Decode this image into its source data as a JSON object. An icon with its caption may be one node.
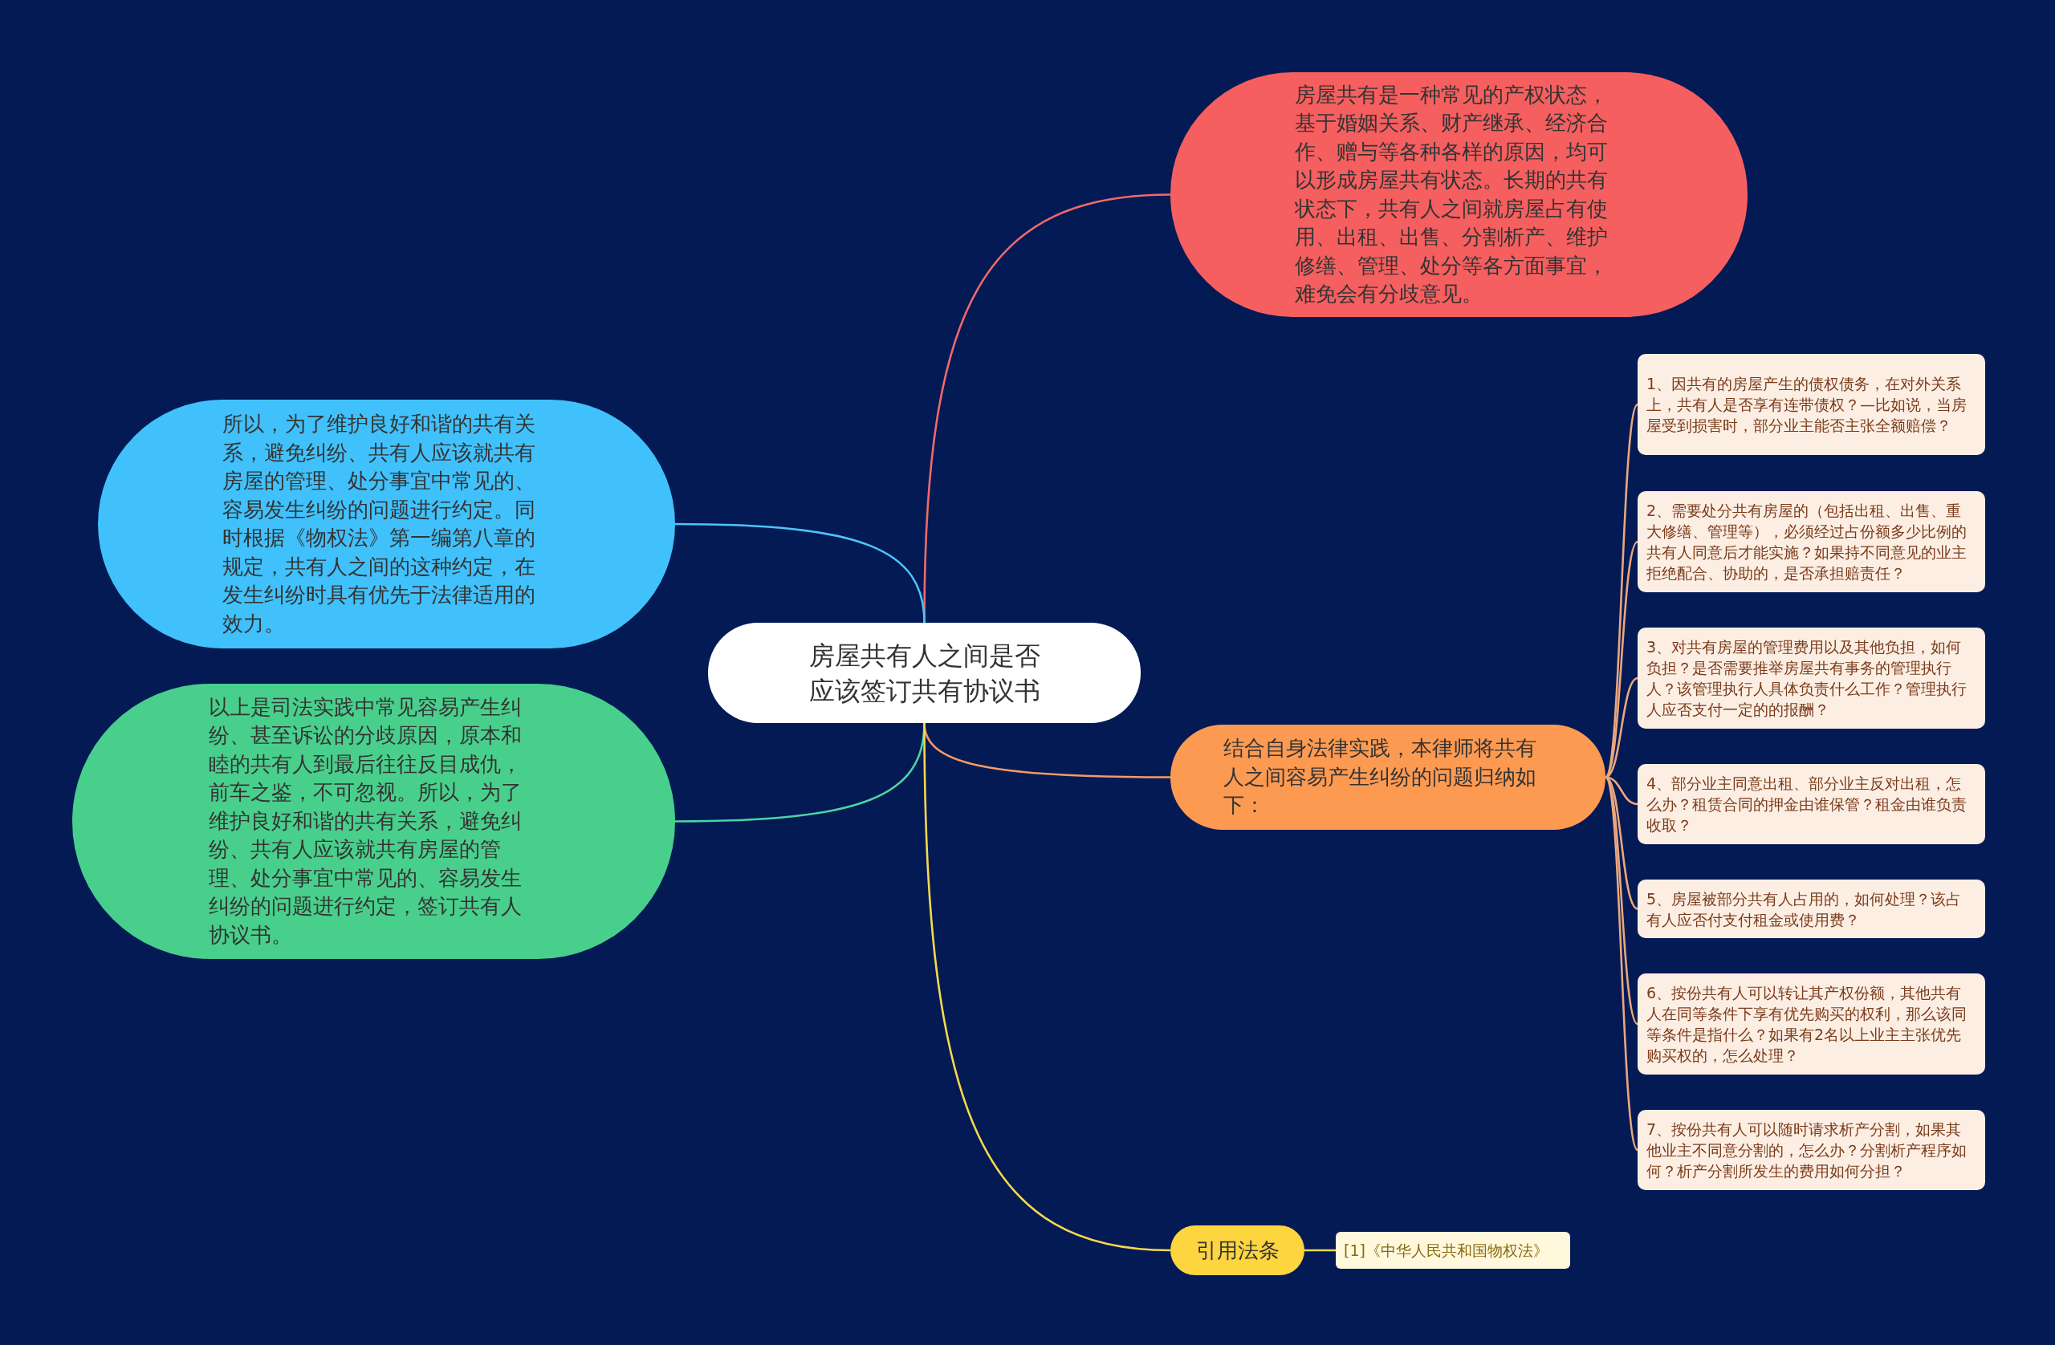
{
  "diagram": {
    "nodes": [
      {
        "text": [
          "房屋共有人之间是否应该签订共有协议书"
        ]
      },
      {
        "text": [
          "房屋共有是一种常见的产权状态，基于婚姻关系、财产继承、经济合作、赠与等各种各样的原因，均可以形成房屋共有状态。长期的共有状态下，共有人之间就房屋占有使用、出租、出售、分割析产、维护修缮、管理、处分等各方面事宜，难免会有分歧意见。"
        ]
      },
      {
        "text": [
          "所以，为了维护良好和谐的共有关系，避免纠纷、共有人应该就共有房屋的管理、处分事宜中常见的、容易发生纠纷的问题进行约定。同时根据《物权法》第一编第八章的规定，共有人之间的这种约定，在发生纠纷时具有优先于法律适用的效力。"
        ]
      },
      {
        "text": [
          "以上是司法实践中常见容易产生纠纷、甚至诉讼的分歧原因，原本和睦的共有人到最后往往反目成仇，前车之鉴，不可忽视。所以，为了维护良好和谐的共有关系，避免纠纷、共有人应该就共有房屋的管理、处分事宜中常见的、容易发生纠纷的问题进行约定，签订共有人协议书。"
        ]
      },
      {
        "text": [
          "结合自身法律实践，本律师将共有人之间容易产生纠纷的问题归纳如下："
        ]
      },
      {
        "text": [
          "1、因共有的房屋产生的债权债务，在对外关系上，共有人是否享有连带债权？—比如说，当房屋受到损害时，部分业主能否主张全额赔偿？"
        ]
      },
      {
        "text": [
          "2、需要处分共有房屋的（包括出租、出售、重大修缮、管理等），必须经过占份额多少比例的共有人同意后才能实施？如果持不同意见的业主拒绝配合、协助的，是否承担赔责任？"
        ]
      },
      {
        "text": [
          "3、对共有房屋的管理费用以及其他负担，如何负担？是否需要推举房屋共有事务的管理执行人？该管理执行人具体负责什么工作？管理执行人应否支付一定的的报酬？"
        ]
      },
      {
        "text": [
          "4、部分业主同意出租、部分业主反对出租，怎么办？租赁合同的押金由谁保管？租金由谁负责收取？"
        ]
      },
      {
        "text": [
          "5、房屋被部分共有人占用的，如何处理？该占有人应否付支付租金或使用费？"
        ]
      },
      {
        "text": [
          "6、按份共有人可以转让其产权份额，其他共有人在同等条件下享有优先购买的权利，那么该同等条件是指什么？如果有2名以上业主主张优先购买权的，怎么处理？"
        ]
      },
      {
        "text": [
          "7、按份共有人可以随时请求析产分割，如果其他业主不同意分割的，怎么办？分割析产程序如何？析产分割所发生的费用如何分担？"
        ]
      },
      {
        "text": [
          "引用法条"
        ]
      },
      {
        "text": [
          "[1]《中华人民共和国物权法》"
        ]
      }
    ],
    "edges": [
      {
        "from": 0,
        "to": 1,
        "arrow": "none",
        "color": "#f06a6a"
      },
      {
        "from": 0,
        "to": 2,
        "arrow": "none",
        "color": "#4fc3f7"
      },
      {
        "from": 0,
        "to": 3,
        "arrow": "none",
        "color": "#4cd3a0"
      },
      {
        "from": 0,
        "to": 4,
        "arrow": "none",
        "color": "#f79a62"
      },
      {
        "from": 4,
        "to": 5,
        "arrow": "none"
      },
      {
        "from": 4,
        "to": 6,
        "arrow": "none"
      },
      {
        "from": 4,
        "to": 7,
        "arrow": "none"
      },
      {
        "from": 4,
        "to": 8,
        "arrow": "none"
      },
      {
        "from": 4,
        "to": 9,
        "arrow": "none"
      },
      {
        "from": 4,
        "to": 10,
        "arrow": "none"
      },
      {
        "from": 4,
        "to": 11,
        "arrow": "none"
      },
      {
        "from": 0,
        "to": 12,
        "arrow": "none",
        "color": "#f6d94a"
      },
      {
        "from": 12,
        "to": 13,
        "arrow": "none",
        "color": "#f6d94a"
      }
    ]
  }
}
